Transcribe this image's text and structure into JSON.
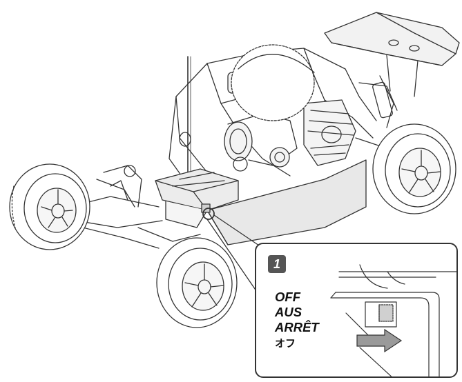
{
  "callout": {
    "step_number": "1",
    "labels": {
      "en": "OFF",
      "de": "AUS",
      "fr": "ARRÊT",
      "ja": "オフ"
    }
  },
  "icons": {
    "vehicle": "rc-buggy-illustration",
    "switch": "power-switch",
    "arrow": "right-arrow"
  },
  "colors": {
    "line": "#333333",
    "shade": "#e6e6e6",
    "badge": "#555555",
    "arrow": "#9a9a9a"
  }
}
